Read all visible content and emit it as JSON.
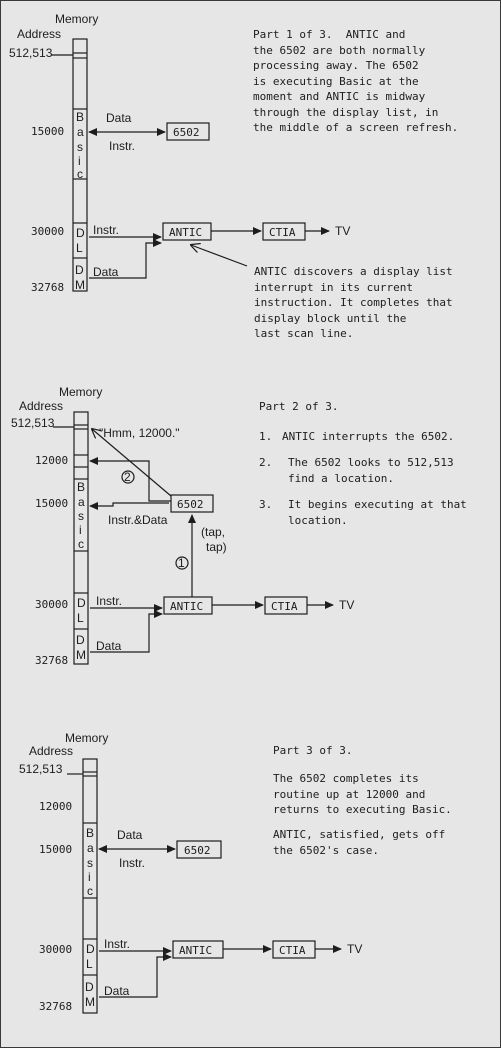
{
  "colors": {
    "ink": "#1d1d1d",
    "paper": "#e6e6e6"
  },
  "labels": {
    "memory": "Memory",
    "address": "Address",
    "addr_512": "512,513",
    "addr_12000": "12000",
    "addr_15000": "15000",
    "addr_30000": "30000",
    "addr_32768": "32768",
    "data": "Data",
    "instr": "Instr.",
    "instr_data": "Instr.&Data",
    "cpu": "6502",
    "antic": "ANTIC",
    "ctia": "CTIA",
    "tv": "TV",
    "basic": [
      "B",
      "a",
      "s",
      "i",
      "c"
    ],
    "dl": [
      "D",
      "L"
    ],
    "dm": [
      "D",
      "M"
    ],
    "step1": "1",
    "step2": "2",
    "tap": [
      "(tap,",
      "tap)"
    ],
    "hmm": "\"Hmm, 12000.\""
  },
  "part1": {
    "text": "Part 1 of 3.  ANTIC and\nthe 6502 are both normally\nprocessing away. The 6502\nis executing Basic at the\nmoment and ANTIC is midway\nthrough the display list, in\nthe middle of a screen refresh.",
    "note": "ANTIC discovers a display list\ninterrupt in its current\ninstruction. It completes that\ndisplay block until the\nlast scan line."
  },
  "part2": {
    "title": "Part 2 of 3.",
    "steps": [
      {
        "num": "1.",
        "text": "ANTIC interrupts the 6502."
      },
      {
        "num": "2.",
        "text": "The 6502 looks to 512,513\nfind a location."
      },
      {
        "num": "3.",
        "text": "It begins executing at that\nlocation."
      }
    ]
  },
  "part3": {
    "title": "Part 3 of 3.",
    "text1": "The 6502 completes its\nroutine up at 12000 and\nreturns to executing Basic.",
    "text2": "ANTIC, satisfied, gets off\nthe 6502's case."
  }
}
